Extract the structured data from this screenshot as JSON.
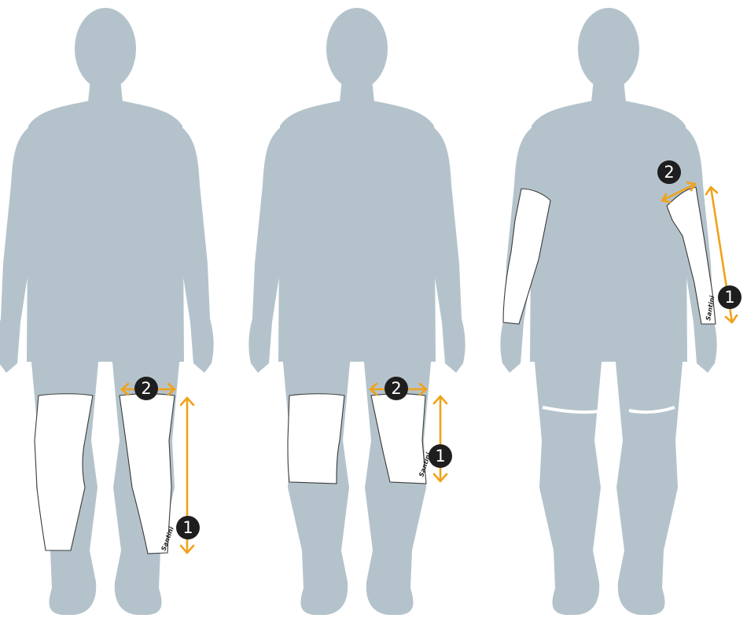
{
  "brand": {
    "logo_text": "Santini"
  },
  "colors": {
    "silhouette": "#b4c3cb",
    "arrow": "#f0a21a",
    "badge": "#1e1e1e",
    "garment": "#ffffff"
  },
  "figures": [
    {
      "product": "leg-warmer",
      "measurements": [
        {
          "number": "1",
          "kind": "length"
        },
        {
          "number": "2",
          "kind": "circumference"
        }
      ]
    },
    {
      "product": "knee-warmer",
      "measurements": [
        {
          "number": "1",
          "kind": "length"
        },
        {
          "number": "2",
          "kind": "circumference"
        }
      ]
    },
    {
      "product": "arm-warmer",
      "measurements": [
        {
          "number": "1",
          "kind": "length"
        },
        {
          "number": "2",
          "kind": "circumference"
        }
      ]
    }
  ]
}
